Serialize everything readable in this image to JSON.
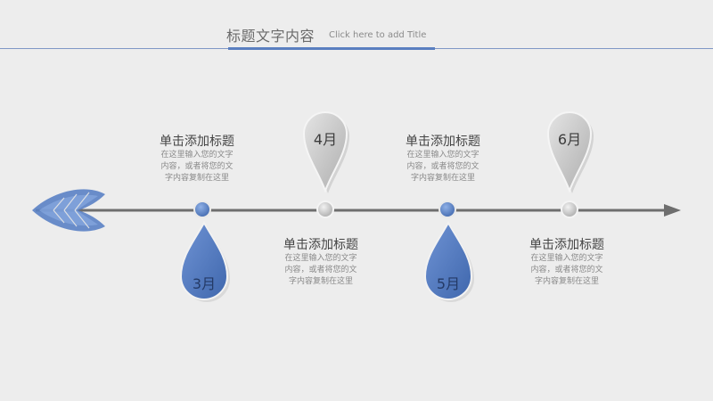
{
  "header": {
    "title": "标题文字内容",
    "subtitle": "Click here to add Title",
    "accent_color": "#5a7fc0"
  },
  "timeline": {
    "line_color": "#6e6e6e",
    "blue": "#5a81c4",
    "gray": "#bdbdbd",
    "milestones": [
      {
        "month": "3月",
        "marker": "blue-drop",
        "title": "单击添加标题",
        "body": [
          "在这里输入您的文字",
          "内容，或者将您的文",
          "字内容复制在这里"
        ],
        "text_side": "above"
      },
      {
        "month": "4月",
        "marker": "gray-pin",
        "title": "单击添加标题",
        "body": [
          "在这里输入您的文字",
          "内容，或者将您的文",
          "字内容复制在这里"
        ],
        "text_side": "below"
      },
      {
        "month": "5月",
        "marker": "blue-drop",
        "title": "单击添加标题",
        "body": [
          "在这里输入您的文字",
          "内容，或者将您的文",
          "字内容复制在这里"
        ],
        "text_side": "above"
      },
      {
        "month": "6月",
        "marker": "gray-pin",
        "title": "单击添加标题",
        "body": [
          "在这里输入您的文字",
          "内容，或者将您的文",
          "字内容复制在这里"
        ],
        "text_side": "below"
      }
    ]
  }
}
